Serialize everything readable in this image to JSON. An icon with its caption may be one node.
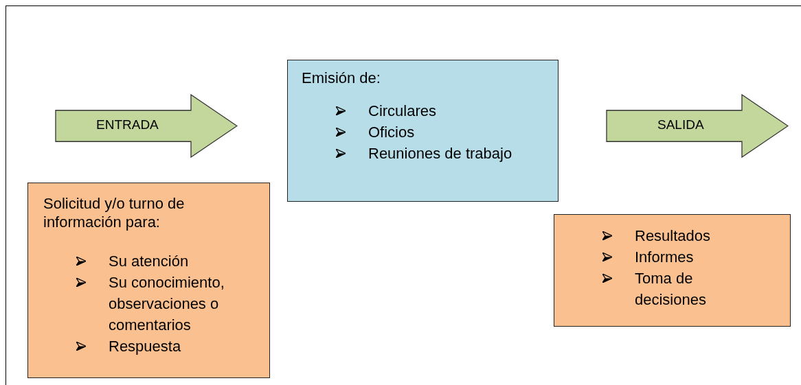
{
  "diagram": {
    "nodes": [
      {
        "text": [
          "ENTRADA"
        ]
      },
      {
        "text": [
          "Emisión de:",
          "Circulares",
          "Oficios",
          "Reuniones de trabajo"
        ]
      },
      {
        "text": [
          "SALIDA"
        ]
      },
      {
        "text": [
          "Solicitud y/o turno de información para:",
          "Su atención",
          "Su conocimiento, observaciones o comentarios",
          "Respuesta"
        ]
      },
      {
        "text": [
          "Resultados",
          "Informes",
          "Toma de decisiones"
        ]
      }
    ],
    "edges": []
  }
}
